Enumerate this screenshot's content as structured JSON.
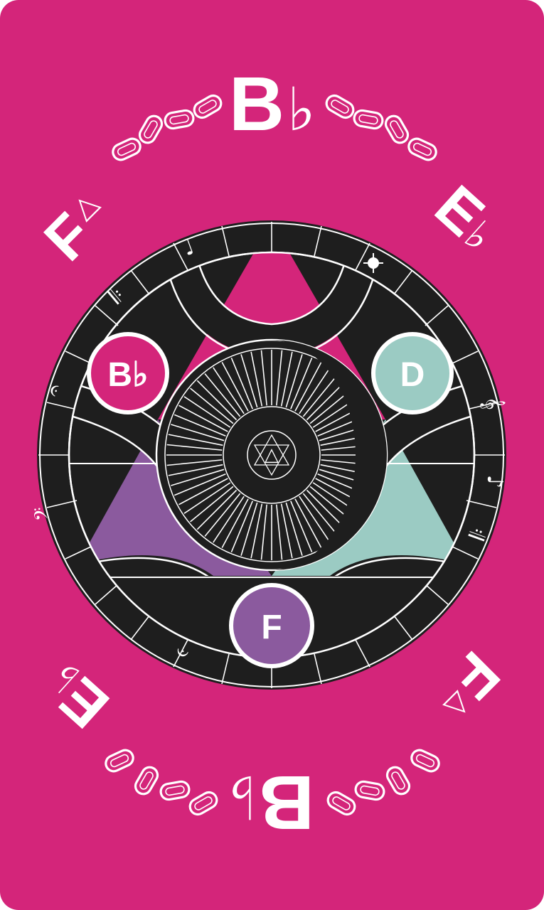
{
  "card": {
    "top_chord": {
      "root": "B",
      "accidental": "♭"
    },
    "upper_left_chord": {
      "root": "F",
      "quality": "△"
    },
    "upper_right_chord": {
      "root": "E",
      "accidental": "♭"
    },
    "lower_left_chord": {
      "root": "E",
      "accidental": "♭"
    },
    "lower_right_chord": {
      "root": "F",
      "quality": "△"
    },
    "bottom_chord": {
      "root": "B",
      "accidental": "♭"
    }
  },
  "wheel": {
    "nodes": [
      {
        "label": "B♭",
        "color": "#d4257a"
      },
      {
        "label": "D",
        "color": "#9bcbc3"
      },
      {
        "label": "F",
        "color": "#8b5a9e"
      }
    ],
    "center_symbol": "△",
    "ring_glyphs": [
      "♩",
      "𝄆",
      "𝄐",
      "𝄢",
      "𝄞",
      "♪",
      "𝄇",
      "𝄑"
    ]
  },
  "colors": {
    "card_background": "#d4257a",
    "wheel_black": "#1e1e1e",
    "root_triangle": "#d4257a",
    "third_triangle": "#9bcbc3",
    "fifth_triangle": "#8b5a9e",
    "line_white": "#ffffff"
  },
  "icons": [
    "chain-icon",
    "treble-clef-icon",
    "bass-clef-icon",
    "hexagram-icon"
  ]
}
